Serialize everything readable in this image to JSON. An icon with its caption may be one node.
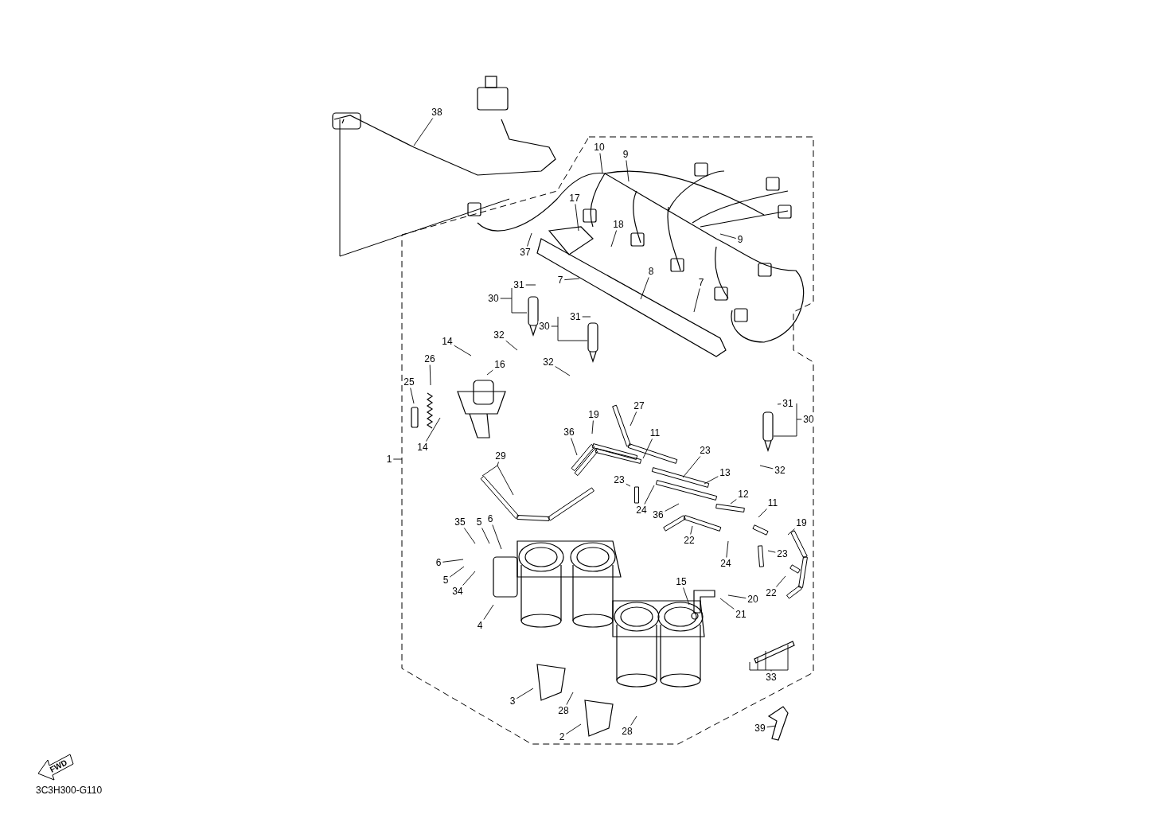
{
  "diagram": {
    "nodes": [
      {
        "text": [
          "38"
        ]
      },
      {
        "text": [
          "10"
        ]
      },
      {
        "text": [
          "9"
        ]
      },
      {
        "text": [
          "17"
        ]
      },
      {
        "text": [
          "18"
        ]
      },
      {
        "text": [
          "9"
        ]
      },
      {
        "text": [
          "37"
        ]
      },
      {
        "text": [
          "8"
        ]
      },
      {
        "text": [
          "7"
        ]
      },
      {
        "text": [
          "7"
        ]
      },
      {
        "text": [
          "31"
        ]
      },
      {
        "text": [
          "30"
        ]
      },
      {
        "text": [
          "31"
        ]
      },
      {
        "text": [
          "30"
        ]
      },
      {
        "text": [
          "32"
        ]
      },
      {
        "text": [
          "14"
        ]
      },
      {
        "text": [
          "32"
        ]
      },
      {
        "text": [
          "26"
        ]
      },
      {
        "text": [
          "16"
        ]
      },
      {
        "text": [
          "25"
        ]
      },
      {
        "text": [
          "31"
        ]
      },
      {
        "text": [
          "27"
        ]
      },
      {
        "text": [
          "19"
        ]
      },
      {
        "text": [
          "30"
        ]
      },
      {
        "text": [
          "36"
        ]
      },
      {
        "text": [
          "11"
        ]
      },
      {
        "text": [
          "14"
        ]
      },
      {
        "text": [
          "23"
        ]
      },
      {
        "text": [
          "29"
        ]
      },
      {
        "text": [
          "1"
        ]
      },
      {
        "text": [
          "32"
        ]
      },
      {
        "text": [
          "13"
        ]
      },
      {
        "text": [
          "23"
        ]
      },
      {
        "text": [
          "12"
        ]
      },
      {
        "text": [
          "11"
        ]
      },
      {
        "text": [
          "24"
        ]
      },
      {
        "text": [
          "36"
        ]
      },
      {
        "text": [
          "6"
        ]
      },
      {
        "text": [
          "35"
        ]
      },
      {
        "text": [
          "5"
        ]
      },
      {
        "text": [
          "19"
        ]
      },
      {
        "text": [
          "22"
        ]
      },
      {
        "text": [
          "23"
        ]
      },
      {
        "text": [
          "6"
        ]
      },
      {
        "text": [
          "24"
        ]
      },
      {
        "text": [
          "5"
        ]
      },
      {
        "text": [
          "15"
        ]
      },
      {
        "text": [
          "34"
        ]
      },
      {
        "text": [
          "22"
        ]
      },
      {
        "text": [
          "20"
        ]
      },
      {
        "text": [
          "21"
        ]
      },
      {
        "text": [
          "4"
        ]
      },
      {
        "text": [
          "33"
        ]
      },
      {
        "text": [
          "3"
        ]
      },
      {
        "text": [
          "28"
        ]
      },
      {
        "text": [
          "39"
        ]
      },
      {
        "text": [
          "28"
        ]
      },
      {
        "text": [
          "2"
        ]
      }
    ],
    "edges": [
      {
        "from": 0,
        "to": null,
        "arrow": "none"
      },
      {
        "from": 1,
        "to": null,
        "arrow": "none"
      },
      {
        "from": 2,
        "to": null,
        "arrow": "none"
      },
      {
        "from": 3,
        "to": null,
        "arrow": "none"
      },
      {
        "from": 4,
        "to": null,
        "arrow": "none"
      },
      {
        "from": 5,
        "to": null,
        "arrow": "none"
      },
      {
        "from": 6,
        "to": null,
        "arrow": "none"
      },
      {
        "from": 7,
        "to": null,
        "arrow": "none"
      },
      {
        "from": 8,
        "to": null,
        "arrow": "none"
      },
      {
        "from": 9,
        "to": null,
        "arrow": "none"
      },
      {
        "from": 10,
        "to": null,
        "arrow": "none"
      },
      {
        "from": 11,
        "to": null,
        "arrow": "none"
      },
      {
        "from": 12,
        "to": null,
        "arrow": "none"
      },
      {
        "from": 13,
        "to": null,
        "arrow": "none"
      },
      {
        "from": 14,
        "to": null,
        "arrow": "none"
      },
      {
        "from": 15,
        "to": null,
        "arrow": "none"
      },
      {
        "from": 16,
        "to": null,
        "arrow": "none"
      },
      {
        "from": 17,
        "to": null,
        "arrow": "none"
      },
      {
        "from": 18,
        "to": null,
        "arrow": "none"
      },
      {
        "from": 19,
        "to": null,
        "arrow": "none"
      },
      {
        "from": 20,
        "to": null,
        "arrow": "none"
      },
      {
        "from": 21,
        "to": null,
        "arrow": "none"
      },
      {
        "from": 22,
        "to": null,
        "arrow": "none"
      },
      {
        "from": 23,
        "to": null,
        "arrow": "none"
      },
      {
        "from": 24,
        "to": null,
        "arrow": "none"
      },
      {
        "from": 25,
        "to": null,
        "arrow": "none"
      },
      {
        "from": 26,
        "to": null,
        "arrow": "none"
      },
      {
        "from": 27,
        "to": null,
        "arrow": "none"
      },
      {
        "from": 28,
        "to": null,
        "arrow": "none"
      },
      {
        "from": 29,
        "to": null,
        "arrow": "none"
      },
      {
        "from": 30,
        "to": null,
        "arrow": "none"
      },
      {
        "from": 31,
        "to": null,
        "arrow": "none"
      },
      {
        "from": 32,
        "to": null,
        "arrow": "none"
      },
      {
        "from": 33,
        "to": null,
        "arrow": "none"
      },
      {
        "from": 34,
        "to": null,
        "arrow": "none"
      },
      {
        "from": 35,
        "to": null,
        "arrow": "none"
      },
      {
        "from": 36,
        "to": null,
        "arrow": "none"
      },
      {
        "from": 37,
        "to": null,
        "arrow": "none"
      },
      {
        "from": 38,
        "to": null,
        "arrow": "none"
      },
      {
        "from": 39,
        "to": null,
        "arrow": "none"
      },
      {
        "from": 40,
        "to": null,
        "arrow": "none"
      },
      {
        "from": 41,
        "to": null,
        "arrow": "none"
      },
      {
        "from": 42,
        "to": null,
        "arrow": "none"
      },
      {
        "from": 43,
        "to": null,
        "arrow": "none"
      },
      {
        "from": 44,
        "to": null,
        "arrow": "none"
      },
      {
        "from": 45,
        "to": null,
        "arrow": "none"
      },
      {
        "from": 46,
        "to": null,
        "arrow": "none"
      },
      {
        "from": 47,
        "to": null,
        "arrow": "none"
      },
      {
        "from": 48,
        "to": null,
        "arrow": "none"
      },
      {
        "from": 49,
        "to": null,
        "arrow": "none"
      },
      {
        "from": 50,
        "to": null,
        "arrow": "none"
      },
      {
        "from": 51,
        "to": null,
        "arrow": "none"
      },
      {
        "from": 52,
        "to": null,
        "arrow": "none"
      },
      {
        "from": 53,
        "to": null,
        "arrow": "none"
      },
      {
        "from": 54,
        "to": null,
        "arrow": "none"
      },
      {
        "from": 55,
        "to": null,
        "arrow": "none"
      },
      {
        "from": 56,
        "to": null,
        "arrow": "none"
      },
      {
        "from": 57,
        "to": null,
        "arrow": "none"
      }
    ],
    "labels": [
      "FWD",
      "3C3H300-G110"
    ]
  }
}
